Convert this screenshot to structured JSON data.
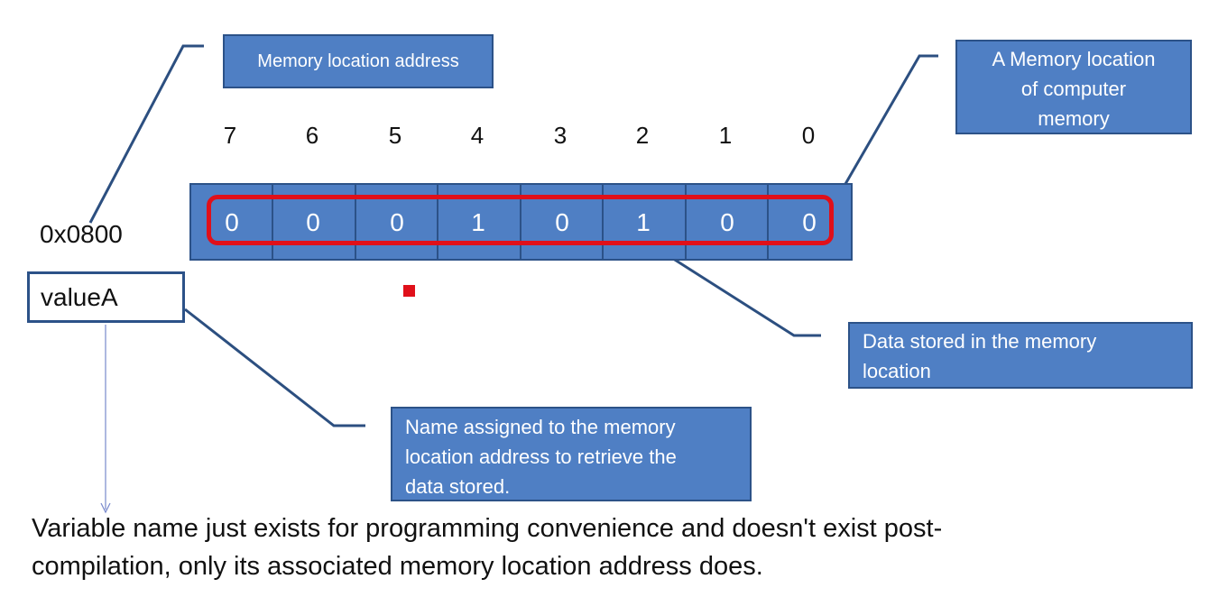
{
  "callouts": {
    "memory_location_address": "Memory location address",
    "memory_location": [
      "A Memory location",
      "of computer",
      "memory"
    ],
    "data_stored": [
      "Data stored in the memory",
      "location"
    ],
    "name_assigned": [
      "Name assigned to the memory",
      "location address to retrieve the",
      "data stored."
    ]
  },
  "bit_positions": [
    "7",
    "6",
    "5",
    "4",
    "3",
    "2",
    "1",
    "0"
  ],
  "bit_values": [
    "0",
    "0",
    "0",
    "1",
    "0",
    "1",
    "0",
    "0"
  ],
  "address": "0x0800",
  "variable_name": "valueA",
  "note": [
    "Variable name just exists for programming convenience and doesn't exist post-",
    "compilation, only its associated memory location address does."
  ],
  "colors": {
    "box_fill": "#4f7fc4",
    "box_border": "#2c5288",
    "highlight": "#e0101a",
    "connector": "#2c4f80"
  }
}
